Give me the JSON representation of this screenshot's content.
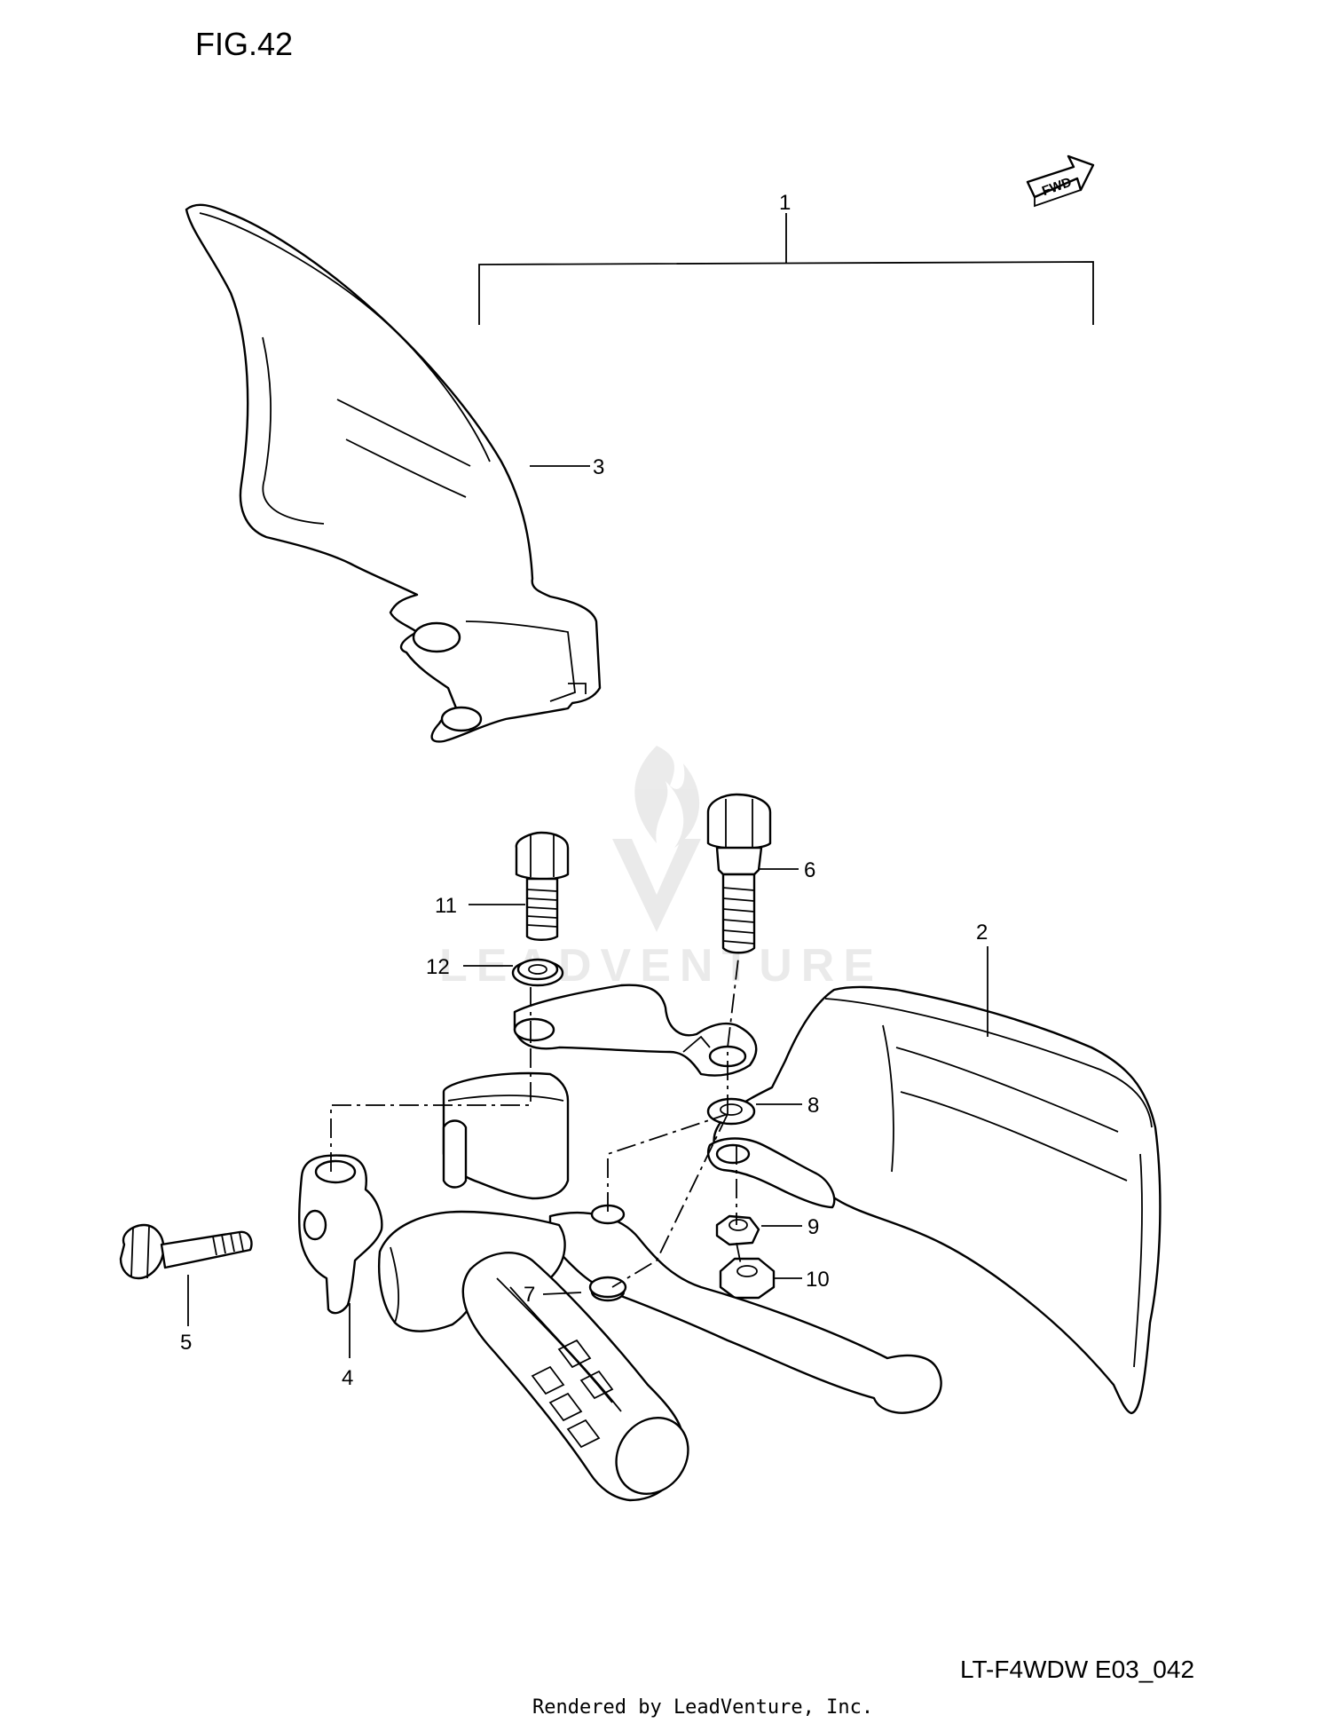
{
  "figure": {
    "title": "FIG.42",
    "code": "LT-F4WDW E03_042",
    "credit": "Rendered by LeadVenture, Inc.",
    "watermark": "LEADVENTURE",
    "fwd_label": "FWD"
  },
  "callouts": [
    "1",
    "2",
    "3",
    "4",
    "5",
    "6",
    "7",
    "8",
    "9",
    "10",
    "11",
    "12"
  ]
}
